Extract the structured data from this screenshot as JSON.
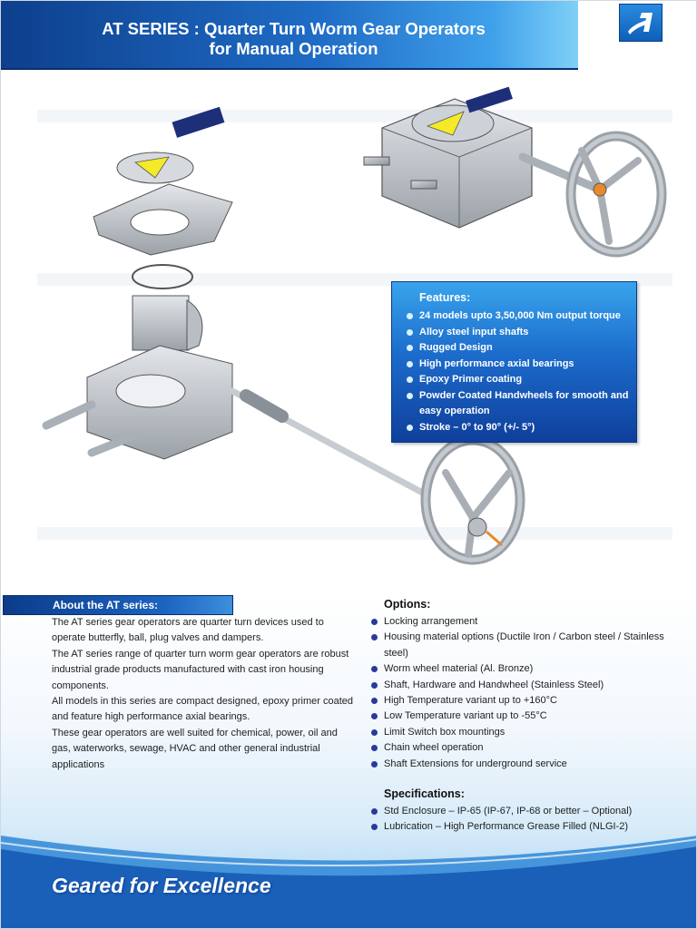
{
  "header": {
    "title_line1": "AT SERIES : Quarter Turn Worm Gear Operators",
    "title_line2": "for Manual Operation"
  },
  "logo": {
    "icon": "company-logo-icon"
  },
  "features": {
    "title": "Features:",
    "items": [
      "24 models upto 3,50,000 Nm output torque",
      "Alloy steel input shafts",
      "Rugged Design",
      "High performance axial bearings",
      "Epoxy Primer coating",
      "Powder Coated Handwheels for smooth and easy operation",
      "Stroke – 0° to 90° (+/- 5°)"
    ]
  },
  "about": {
    "title": "About the AT series:",
    "paragraphs": [
      "The AT series gear operators are quarter turn devices used to operate butterfly, ball, plug valves and dampers.",
      "The AT series range of quarter turn worm gear operators are robust industrial grade products manufactured with cast iron housing components.",
      "All models in this series are compact designed, epoxy primer coated and feature high performance axial bearings.",
      "These gear operators are well suited for chemical, power, oil and gas, waterworks, sewage, HVAC and other general industrial applications"
    ]
  },
  "options": {
    "title": "Options:",
    "items": [
      "Locking arrangement",
      "Housing material options (Ductile Iron / Carbon steel / Stainless steel)",
      "Worm wheel material (Al. Bronze)",
      "Shaft, Hardware and Handwheel (Stainless Steel)",
      "High Temperature variant up to +160°C",
      "Low Temperature variant up to -55°C",
      "Limit Switch box mountings",
      "Chain wheel operation",
      "Shaft Extensions for underground service"
    ]
  },
  "specifications": {
    "title": "Specifications:",
    "items": [
      "Std Enclosure – IP-65 (IP-67, IP-68 or better – Optional)",
      "Lubrication – High Performance Grease Filled (NLGI-2)"
    ]
  },
  "tagline": "Geared for Excellence",
  "colors": {
    "brand_blue": "#1c63c0",
    "dark_blue": "#0b3c8a",
    "light_blue": "#7fd0f7",
    "gray_metal": "#b9bec4"
  }
}
